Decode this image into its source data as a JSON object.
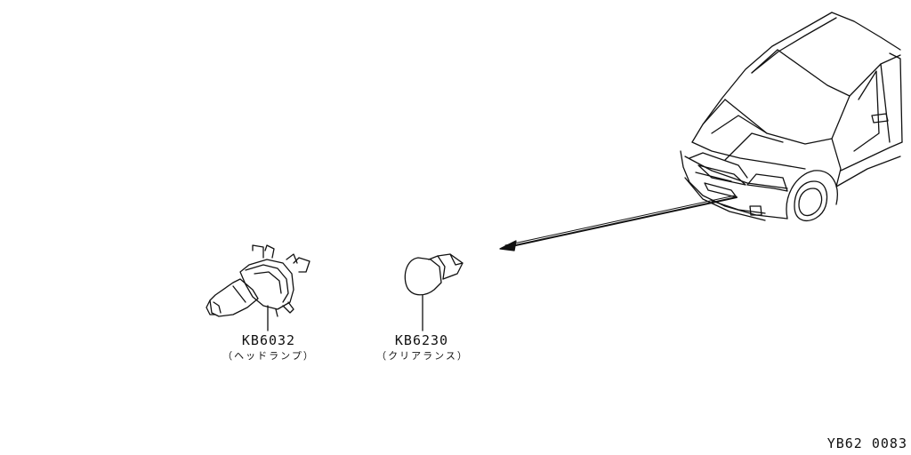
{
  "parts": [
    {
      "code": "KB6032",
      "description": "（ヘッドランプ）"
    },
    {
      "code": "KB6230",
      "description": "（クリアランス）"
    }
  ],
  "sheet_id": "YB62  0083",
  "colors": {
    "line": "#111111",
    "background": "#ffffff"
  },
  "icons": [
    "headlamp-bulb-icon",
    "clearance-bulb-icon",
    "vehicle-front-icon"
  ]
}
